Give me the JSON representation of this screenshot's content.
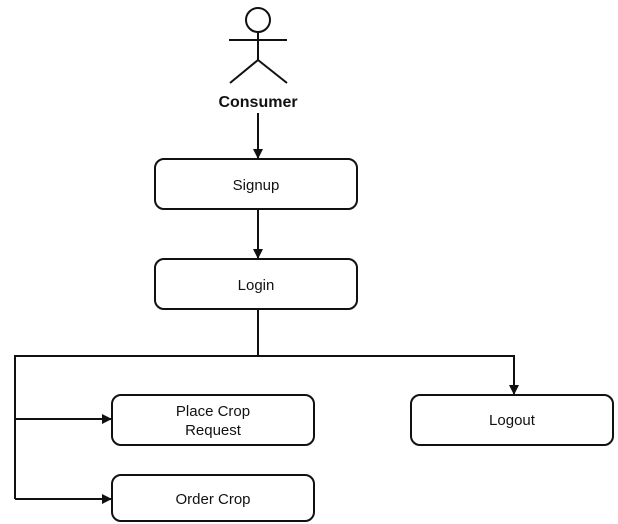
{
  "diagram": {
    "actor": {
      "label": "Consumer",
      "icon": "stick-figure-icon"
    },
    "nodes": {
      "signup": {
        "label": "Signup"
      },
      "login": {
        "label": "Login"
      },
      "place_crop_request": {
        "line1": "Place Crop",
        "line2": "Request"
      },
      "logout": {
        "label": "Logout"
      },
      "order_crop": {
        "label": "Order Crop"
      }
    },
    "connections": [
      {
        "from": "Consumer",
        "to": "Signup"
      },
      {
        "from": "Signup",
        "to": "Login"
      },
      {
        "from": "Login",
        "to": "Place Crop Request"
      },
      {
        "from": "Login",
        "to": "Order Crop"
      },
      {
        "from": "Login",
        "to": "Logout"
      }
    ],
    "colors": {
      "stroke": "#111111",
      "fill": "#ffffff",
      "text": "#111111"
    }
  }
}
